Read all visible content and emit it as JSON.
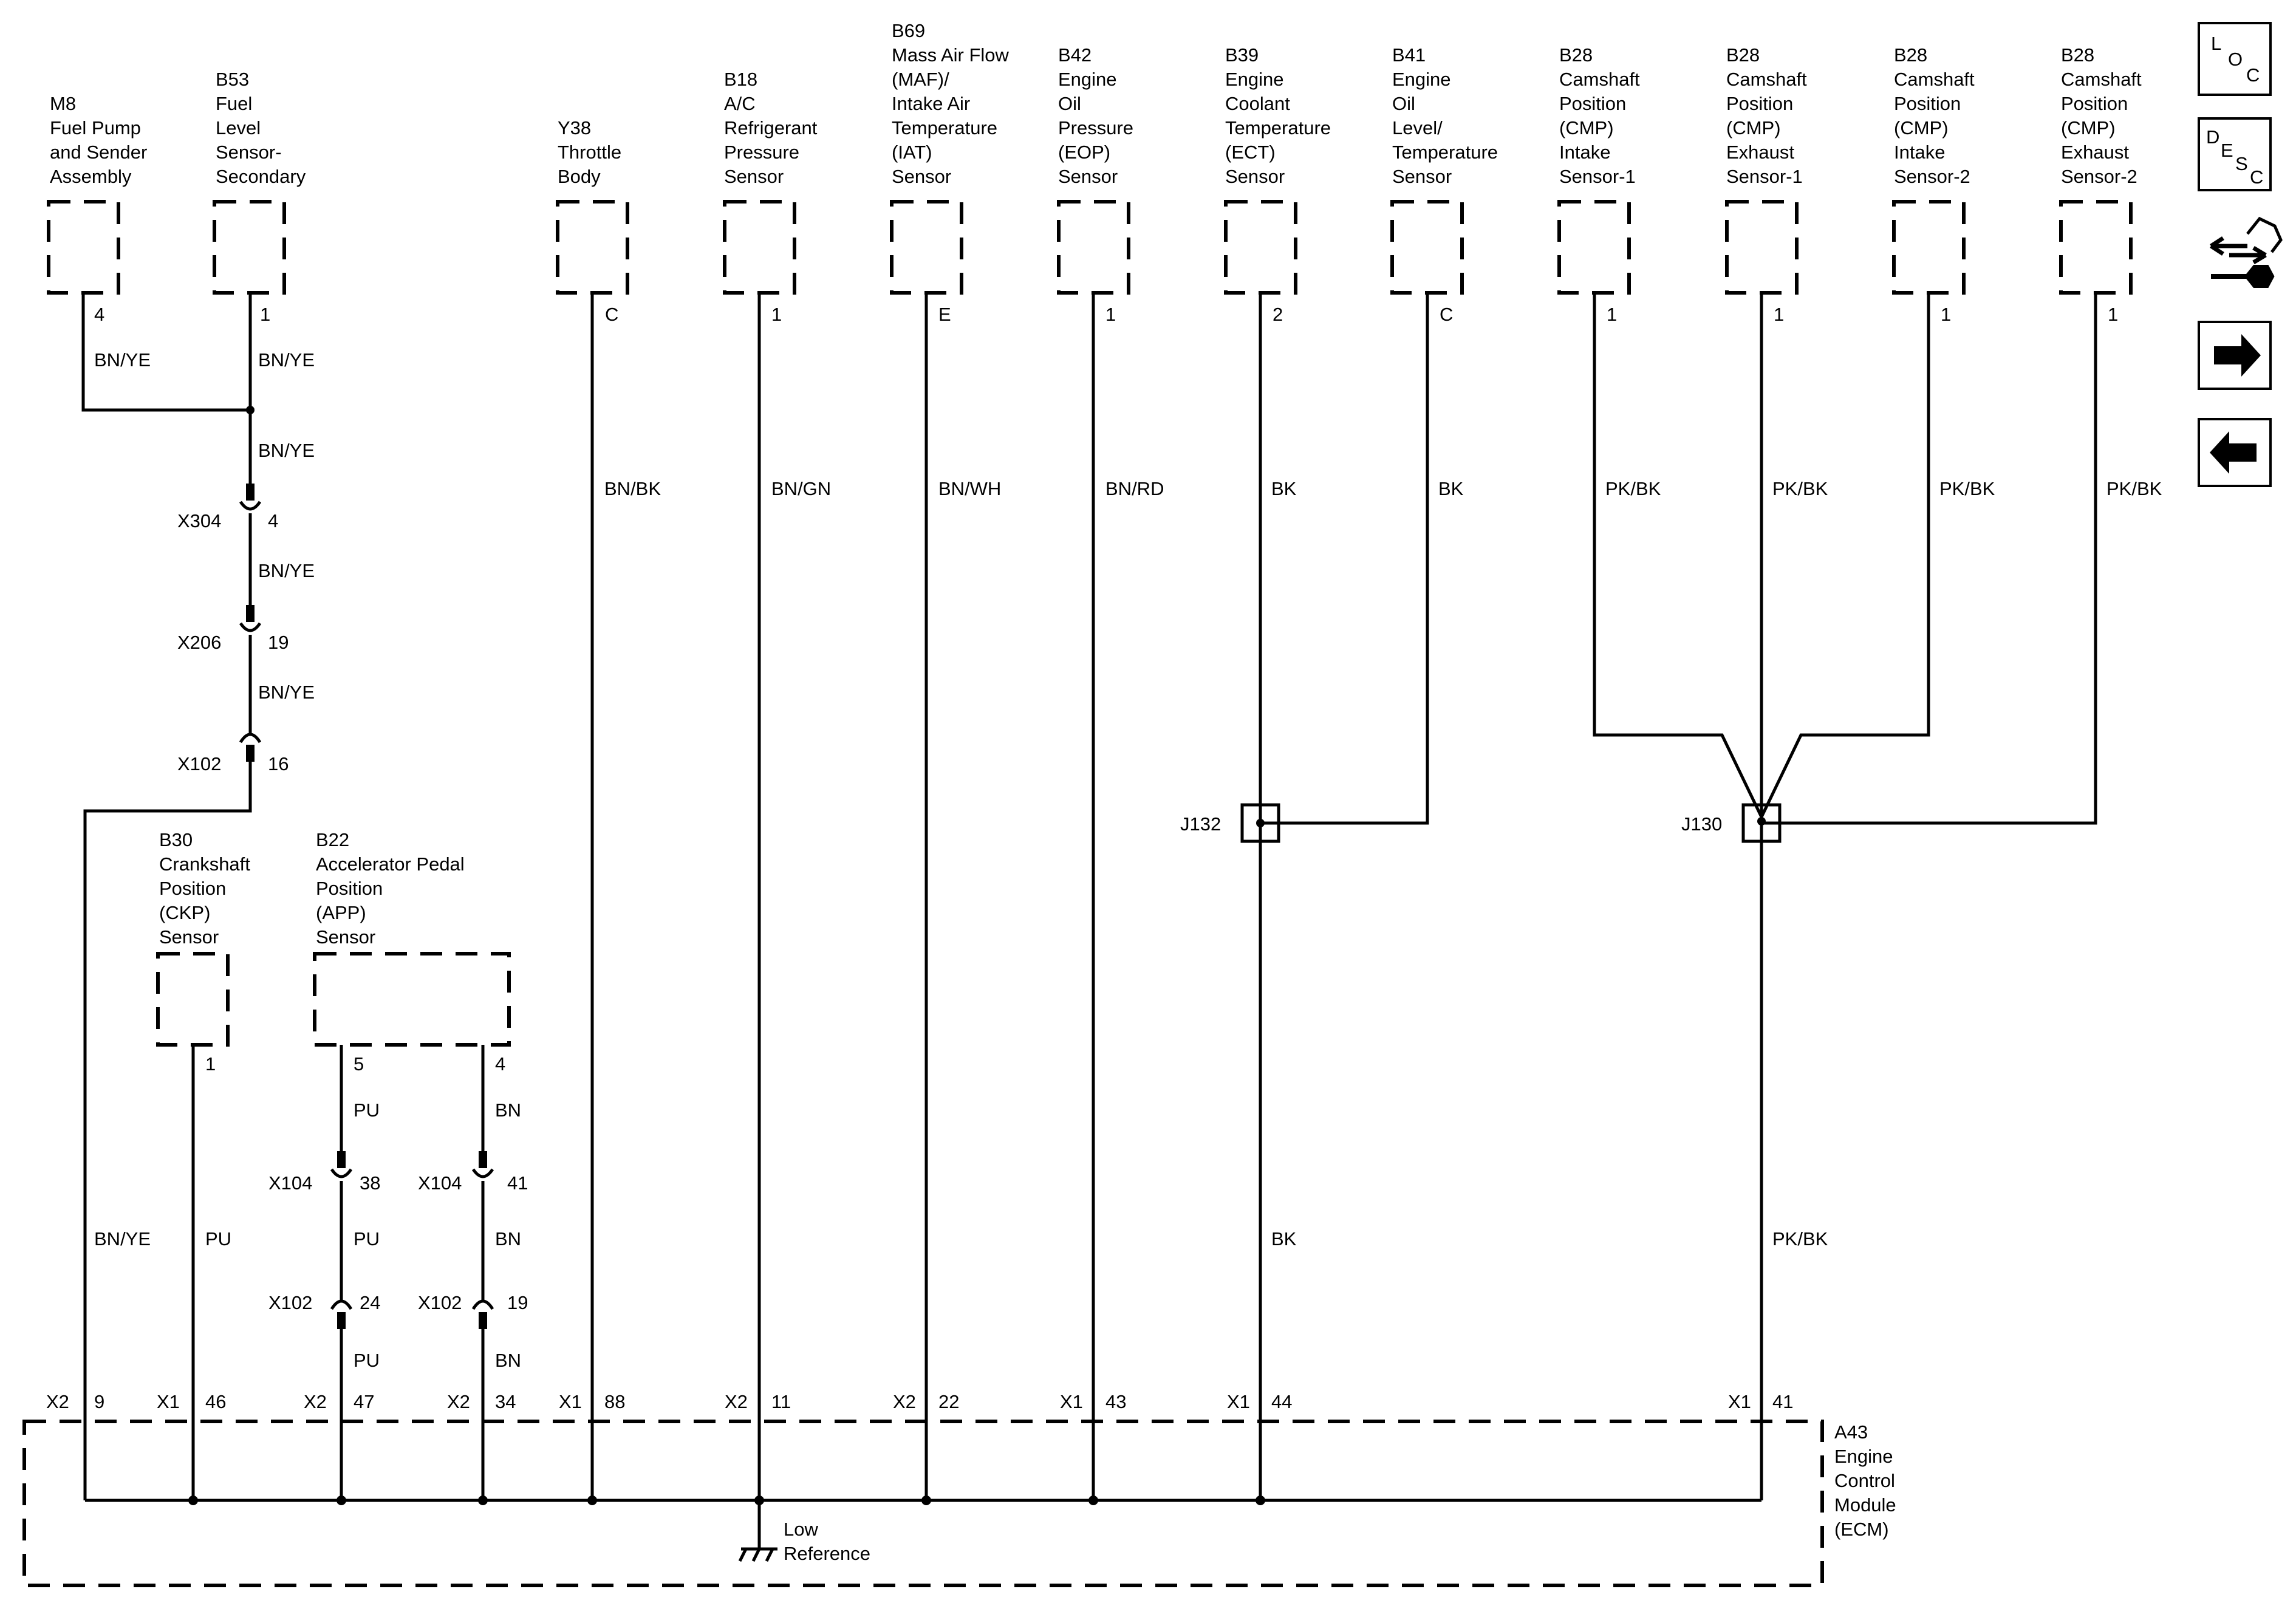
{
  "components": [
    {
      "id": "m8",
      "lines": [
        "M8",
        "Fuel Pump",
        "and Sender",
        "Assembly"
      ],
      "pin": "4",
      "wire": "BN/YE"
    },
    {
      "id": "b53",
      "lines": [
        "B53",
        "Fuel",
        "Level",
        "Sensor-",
        "Secondary"
      ],
      "pin": "1",
      "wire": "BN/YE"
    },
    {
      "id": "y38",
      "lines": [
        "Y38",
        "Throttle",
        "Body"
      ],
      "pin": "C",
      "wire": "BN/BK"
    },
    {
      "id": "b18",
      "lines": [
        "B18",
        "A/C",
        "Refrigerant",
        "Pressure",
        "Sensor"
      ],
      "pin": "1",
      "wire": "BN/GN"
    },
    {
      "id": "b69",
      "lines": [
        "B69",
        "Mass Air Flow",
        "(MAF)/",
        "Intake Air",
        "Temperature",
        "(IAT)",
        "Sensor"
      ],
      "pin": "E",
      "wire": "BN/WH"
    },
    {
      "id": "b42",
      "lines": [
        "B42",
        "Engine",
        "Oil",
        "Pressure",
        "(EOP)",
        "Sensor"
      ],
      "pin": "1",
      "wire": "BN/RD"
    },
    {
      "id": "b39",
      "lines": [
        "B39",
        "Engine",
        "Coolant",
        "Temperature",
        "(ECT)",
        "Sensor"
      ],
      "pin": "2",
      "wire": "BK"
    },
    {
      "id": "b41",
      "lines": [
        "B41",
        "Engine",
        "Oil",
        "Level/",
        "Temperature",
        "Sensor"
      ],
      "pin": "C",
      "wire": "BK"
    },
    {
      "id": "b28a",
      "lines": [
        "B28",
        "Camshaft",
        "Position",
        "(CMP)",
        "Intake",
        "Sensor-1"
      ],
      "pin": "1",
      "wire": "PK/BK"
    },
    {
      "id": "b28b",
      "lines": [
        "B28",
        "Camshaft",
        "Position",
        "(CMP)",
        "Exhaust",
        "Sensor-1"
      ],
      "pin": "1",
      "wire": "PK/BK"
    },
    {
      "id": "b28c",
      "lines": [
        "B28",
        "Camshaft",
        "Position",
        "(CMP)",
        "Intake",
        "Sensor-2"
      ],
      "pin": "1",
      "wire": "PK/BK"
    },
    {
      "id": "b28d",
      "lines": [
        "B28",
        "Camshaft",
        "Position",
        "(CMP)",
        "Exhaust",
        "Sensor-2"
      ],
      "pin": "1",
      "wire": "PK/BK"
    },
    {
      "id": "b30",
      "lines": [
        "B30",
        "Crankshaft",
        "Position",
        "(CKP)",
        "Sensor"
      ],
      "pin": "1",
      "wire": "PU"
    },
    {
      "id": "b22",
      "lines": [
        "B22",
        "Accelerator Pedal",
        "Position",
        "(APP)",
        "Sensor"
      ],
      "pins": [
        "5",
        "4"
      ],
      "wires": [
        "PU",
        "BN"
      ]
    }
  ],
  "fuel_chain": {
    "splice_wire": "BN/YE",
    "connectors": [
      {
        "name": "X304",
        "pin": "4",
        "wire_after": "BN/YE"
      },
      {
        "name": "X206",
        "pin": "19",
        "wire_after": "BN/YE"
      },
      {
        "name": "X102",
        "pin": "16"
      }
    ],
    "down_wire": "BN/YE"
  },
  "app_chain": {
    "pu": {
      "c1": "X104",
      "p1": "38",
      "w2": "PU",
      "c2": "X102",
      "p2": "24",
      "w3": "PU"
    },
    "bn": {
      "c1": "X104",
      "p1": "41",
      "w2": "BN",
      "c2": "X102",
      "p2": "19",
      "w3": "BN"
    }
  },
  "splices": [
    {
      "name": "J132",
      "wire_below": "BK"
    },
    {
      "name": "J130",
      "wire_below": "PK/BK"
    }
  ],
  "ecm": {
    "lines": [
      "A43",
      "Engine",
      "Control",
      "Module",
      "(ECM)"
    ],
    "pins": [
      {
        "conn": "X2",
        "pin": "9"
      },
      {
        "conn": "X1",
        "pin": "46"
      },
      {
        "conn": "X2",
        "pin": "47"
      },
      {
        "conn": "X2",
        "pin": "34"
      },
      {
        "conn": "X1",
        "pin": "88"
      },
      {
        "conn": "X2",
        "pin": "11"
      },
      {
        "conn": "X2",
        "pin": "22"
      },
      {
        "conn": "X1",
        "pin": "43"
      },
      {
        "conn": "X1",
        "pin": "44"
      },
      {
        "conn": "X1",
        "pin": "41"
      }
    ],
    "ground_lines": [
      "Low",
      "Reference"
    ]
  },
  "nav": {
    "loc": [
      "L",
      "O",
      "C"
    ],
    "desc": [
      "D",
      "E",
      "S",
      "C"
    ],
    "icons": [
      "connector-end-view-icon",
      "next-arrow-icon",
      "previous-arrow-icon"
    ]
  }
}
